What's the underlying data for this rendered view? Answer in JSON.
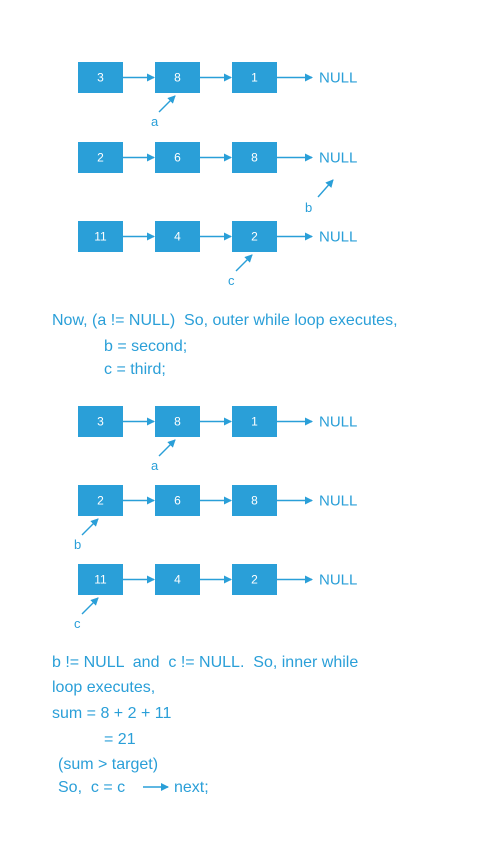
{
  "colors": {
    "node_fill": "#2a9fd8",
    "node_text": "#ffffff",
    "accent": "#2a9fd8"
  },
  "null_label": "NULL",
  "diagrams": [
    {
      "lists": [
        {
          "values": [
            "3",
            "8",
            "1"
          ]
        },
        {
          "values": [
            "2",
            "6",
            "8"
          ]
        },
        {
          "values": [
            "11",
            "4",
            "2"
          ]
        }
      ],
      "pointers": [
        {
          "label": "a",
          "list": 0,
          "target": "node",
          "index": 1
        },
        {
          "label": "b",
          "list": 1,
          "target": "null"
        },
        {
          "label": "c",
          "list": 2,
          "target": "node",
          "index": 2
        }
      ]
    },
    {
      "lists": [
        {
          "values": [
            "3",
            "8",
            "1"
          ]
        },
        {
          "values": [
            "2",
            "6",
            "8"
          ]
        },
        {
          "values": [
            "11",
            "4",
            "2"
          ]
        }
      ],
      "pointers": [
        {
          "label": "a",
          "list": 0,
          "target": "node",
          "index": 1
        },
        {
          "label": "b",
          "list": 1,
          "target": "node",
          "index": 0
        },
        {
          "label": "c",
          "list": 2,
          "target": "node",
          "index": 0
        }
      ]
    }
  ],
  "text1": {
    "line1": "Now, (a != NULL)  So, outer while loop executes,",
    "line2": "b = second;",
    "line3": "c = third;"
  },
  "text2": {
    "line1": "b != NULL  and  c != NULL.  So, inner while",
    "line2": "loop executes,",
    "line3": "sum = 8 + 2 + 11",
    "line4": "= 21",
    "line5": "(sum > target)",
    "line6_prefix": "So,  c = c",
    "line6_suffix": "next;"
  }
}
